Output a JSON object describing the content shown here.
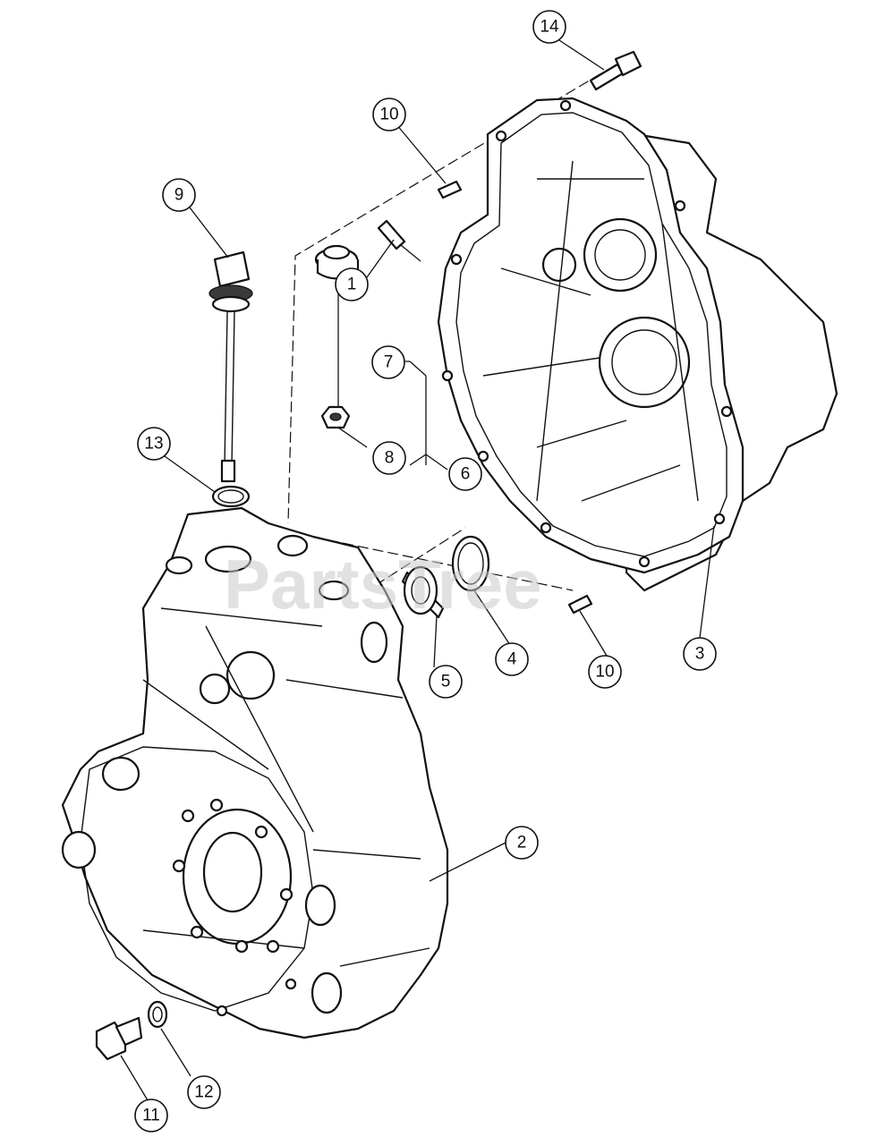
{
  "watermark": "PartsTree",
  "callouts": {
    "c1": "1",
    "c2": "2",
    "c3": "3",
    "c4": "4",
    "c5": "5",
    "c6": "6",
    "c7": "7",
    "c8": "8",
    "c9": "9",
    "c10a": "10",
    "c10b": "10",
    "c11": "11",
    "c12": "12",
    "c13": "13",
    "c14": "14"
  }
}
